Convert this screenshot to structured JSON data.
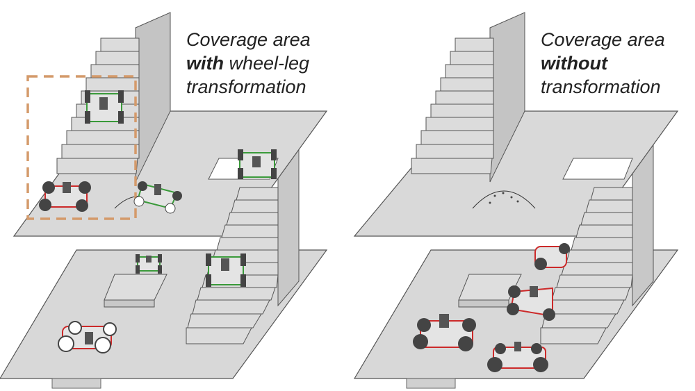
{
  "left_panel": {
    "caption": {
      "line1": "Coverage area",
      "line2_bold": "with",
      "line2_rest": " wheel-leg",
      "line3": "transformation"
    },
    "robot_outline_color": "#3a9a3a",
    "highlight_box_color": "#d49a6a"
  },
  "right_panel": {
    "caption": {
      "line1": "Coverage area",
      "line2_bold": "without",
      "line3": "transformation"
    },
    "robot_outline_color": "#cc2a2a"
  },
  "colors": {
    "surface": "#d9d9d9",
    "wall": "#cfcfcf",
    "edge": "#555555",
    "robot_body": "#e6e6e6",
    "wheel": "#444444"
  }
}
